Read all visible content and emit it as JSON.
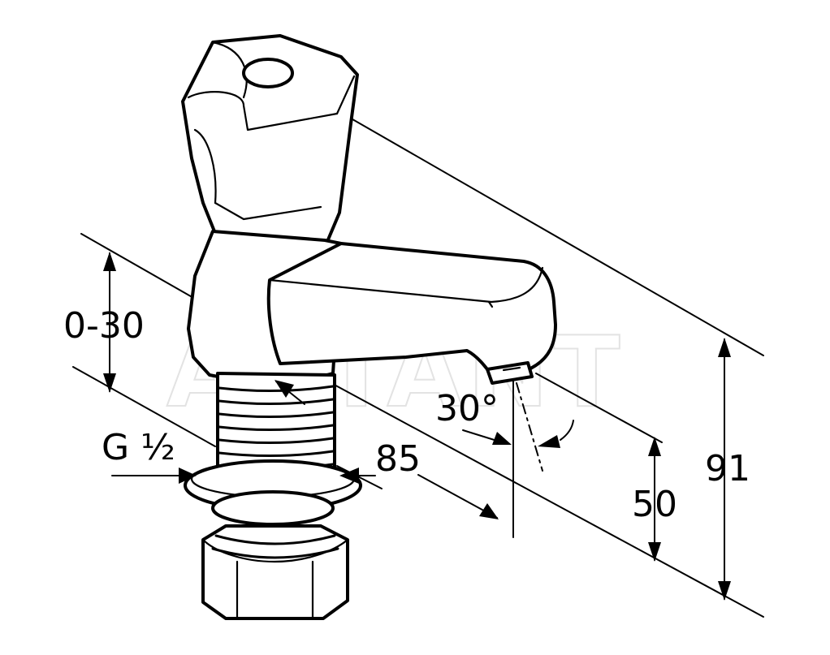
{
  "watermark": "APTANT",
  "dimensions": {
    "height_adjust": "0-30",
    "thread": "G ½",
    "depth": "85",
    "angle": "30°",
    "spout_height": "50",
    "total_height": "91"
  }
}
